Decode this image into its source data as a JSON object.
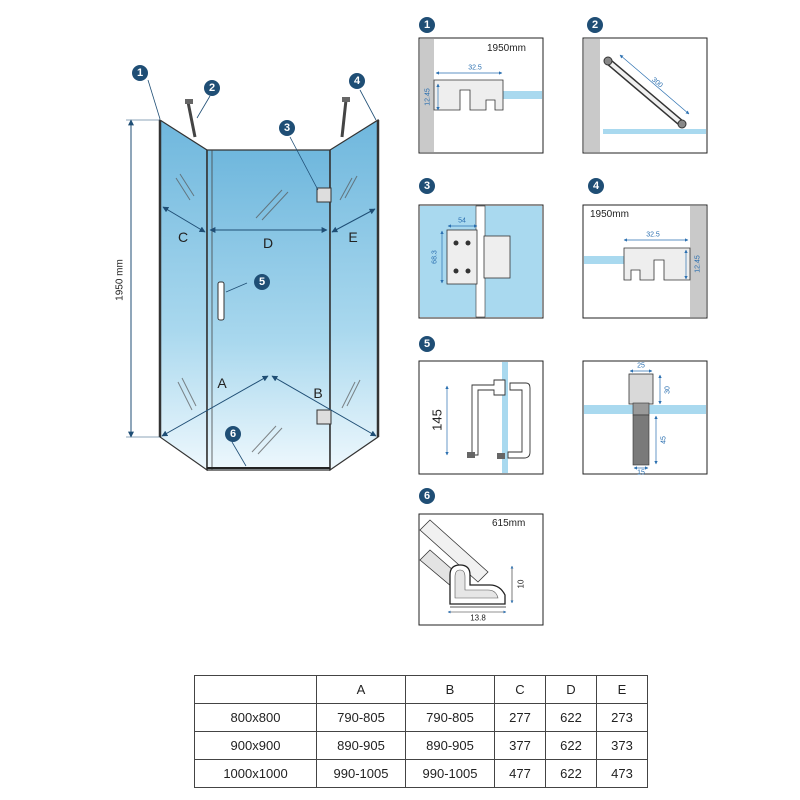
{
  "main_drawing": {
    "height_label": "1950 mm",
    "side_labels": [
      "A",
      "B",
      "C",
      "D",
      "E"
    ],
    "markers": [
      "1",
      "2",
      "3",
      "4",
      "5",
      "6"
    ]
  },
  "details": {
    "d1": {
      "number": "1",
      "length": "1950mm",
      "width_dim": "32.5",
      "height_dim": "12.45"
    },
    "d2": {
      "number": "2",
      "dim": "300"
    },
    "d3": {
      "number": "3",
      "width_dim": "54",
      "height_dim": "68.3"
    },
    "d4": {
      "number": "4",
      "length": "1950mm",
      "width_dim": "32.5",
      "height_dim": "12.45"
    },
    "d5": {
      "number": "5",
      "handle_dim": "145"
    },
    "d5b": {
      "top_dim": "25",
      "upper_dim": "30",
      "lower_dim": "45",
      "bottom_dim": "15"
    },
    "d6": {
      "number": "6",
      "length": "615mm",
      "width_dim": "13.8",
      "height_dim": "10"
    }
  },
  "table": {
    "headers": [
      "",
      "A",
      "B",
      "C",
      "D",
      "E"
    ],
    "rows": [
      [
        "800x800",
        "790-805",
        "790-805",
        "277",
        "622",
        "273"
      ],
      [
        "900x900",
        "890-905",
        "890-905",
        "377",
        "622",
        "373"
      ],
      [
        "1000x1000",
        "990-1005",
        "990-1005",
        "477",
        "622",
        "473"
      ]
    ]
  }
}
